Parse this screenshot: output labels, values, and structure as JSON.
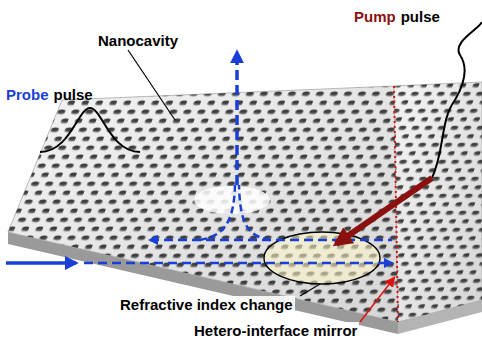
{
  "diagram": {
    "labels": [
      "Pump",
      "pulse",
      "Nanocavity",
      "Probe",
      "pulse",
      "Refractive index change",
      "Hetero-interface mirror"
    ]
  }
}
